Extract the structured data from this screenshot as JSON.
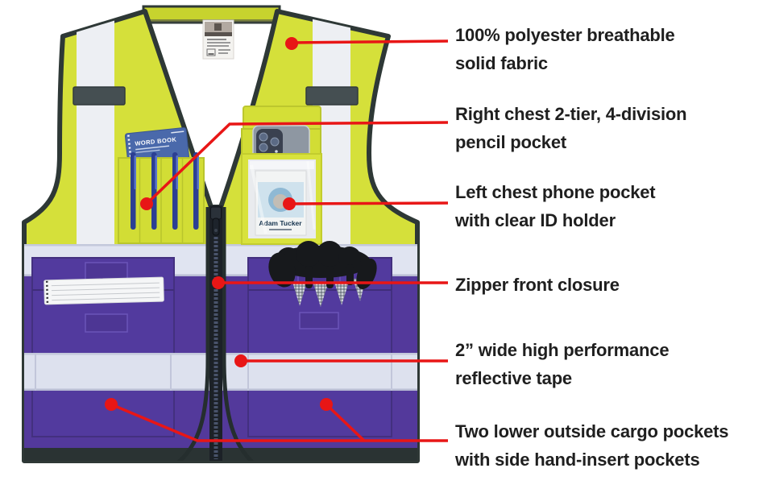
{
  "product": {
    "notebook_title": "WORD BOOK",
    "badge_name": "Adam Tucker"
  },
  "features": [
    {
      "id": "fabric",
      "lines": [
        "100% polyester breathable",
        "solid fabric"
      ]
    },
    {
      "id": "pencil-pocket",
      "lines": [
        "Right chest 2-tier, 4-division",
        "pencil pocket"
      ]
    },
    {
      "id": "phone-pocket",
      "lines": [
        "Left chest phone pocket",
        "with clear ID holder"
      ]
    },
    {
      "id": "zipper",
      "lines": [
        "Zipper front closure"
      ]
    },
    {
      "id": "reflective-tape",
      "lines": [
        "2” wide high performance",
        "reflective tape"
      ]
    },
    {
      "id": "cargo-pockets",
      "lines": [
        "Two lower outside cargo pockets",
        "with side hand-insert pockets"
      ]
    }
  ],
  "colors": {
    "vest-yellow": "#d5e03a",
    "vest-yellow-dark": "#c7d32e",
    "vest-purple": "#53399b",
    "reflective": "#e0e4f1",
    "trim": "#2e3836",
    "red": "#e81616",
    "ink": "#1f1f1f",
    "nb-blue": "#4a69ab",
    "glove": "#17191c"
  }
}
